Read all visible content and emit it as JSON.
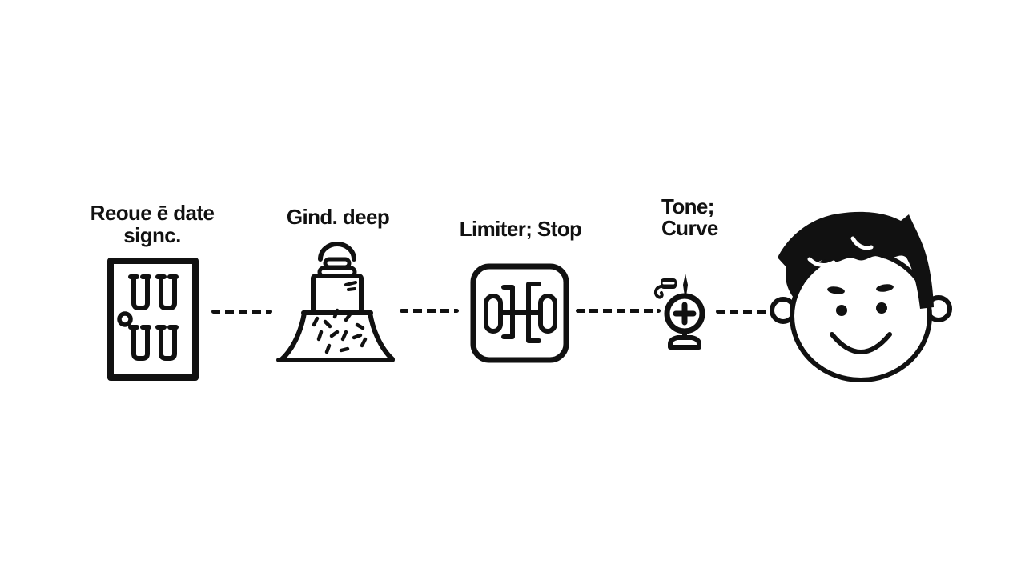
{
  "canvas": {
    "background_color": "#ffffff",
    "ink_color": "#111111"
  },
  "diagram": {
    "type": "flow",
    "direction": "left-to-right",
    "connector_style": "dashed",
    "nodes": [
      {
        "id": "source",
        "icon": "door-icon",
        "label_lines": [
          "Reoue ē date",
          "signc."
        ]
      },
      {
        "id": "grind",
        "icon": "grinder-icon",
        "label_lines": [
          "Gind. deep"
        ]
      },
      {
        "id": "limiter",
        "icon": "limiter-icon",
        "label_lines": [
          "Limiter; Stop"
        ]
      },
      {
        "id": "tone",
        "icon": "tone-circle-plus-icon",
        "label_lines": [
          "Tone;",
          "Curve"
        ]
      },
      {
        "id": "listener",
        "icon": "boy-face-icon",
        "label_lines": []
      }
    ]
  }
}
